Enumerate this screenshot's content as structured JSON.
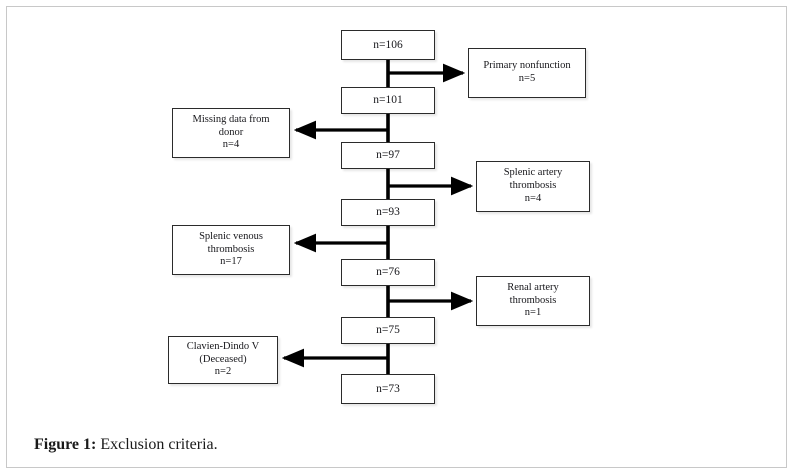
{
  "figure": {
    "caption_label": "Figure 1:",
    "caption_text": " Exclusion criteria.",
    "frame_color": "#c8c8c8",
    "line_color": "#000000",
    "box_border_color": "#2b2b2b",
    "background_color": "#ffffff"
  },
  "chart_data": {
    "type": "diagram",
    "diagram_kind": "flowchart",
    "title": "Exclusion criteria",
    "orientation": "top-to-bottom-with-side-branches",
    "main_nodes": [
      {
        "id": "n106",
        "label": "n=106",
        "count": 106
      },
      {
        "id": "n101",
        "label": "n=101",
        "count": 101
      },
      {
        "id": "n97",
        "label": "n=97",
        "count": 97
      },
      {
        "id": "n93",
        "label": "n=93",
        "count": 93
      },
      {
        "id": "n76",
        "label": "n=76",
        "count": 76
      },
      {
        "id": "n75",
        "label": "n=75",
        "count": 75
      },
      {
        "id": "n73",
        "label": "n=73",
        "count": 73
      }
    ],
    "exclusions": [
      {
        "id": "ex1",
        "side": "right",
        "reason": "Primary nonfunction",
        "label": "Primary nonfunction\nn=5",
        "count": 5,
        "from": "n106",
        "to": "n101"
      },
      {
        "id": "ex2",
        "side": "left",
        "reason": "Missing data from donor",
        "label": "Missing data from\ndonor\nn=4",
        "count": 4,
        "from": "n101",
        "to": "n97"
      },
      {
        "id": "ex3",
        "side": "right",
        "reason": "Splenic artery thrombosis",
        "label": "Splenic artery\nthrombosis\nn=4",
        "count": 4,
        "from": "n97",
        "to": "n93"
      },
      {
        "id": "ex4",
        "side": "left",
        "reason": "Splenic venous thrombosis",
        "label": "Splenic venous\nthrombosis\nn=17",
        "count": 17,
        "from": "n93",
        "to": "n76"
      },
      {
        "id": "ex5",
        "side": "right",
        "reason": "Renal artery thrombosis",
        "label": "Renal artery\nthrombosis\nn=1",
        "count": 1,
        "from": "n76",
        "to": "n75"
      },
      {
        "id": "ex6",
        "side": "left",
        "reason": "Clavien-Dindo V (Deceased)",
        "label": "Clavien-Dindo V\n(Deceased)\nn=2",
        "count": 2,
        "from": "n75",
        "to": "n73"
      }
    ]
  }
}
